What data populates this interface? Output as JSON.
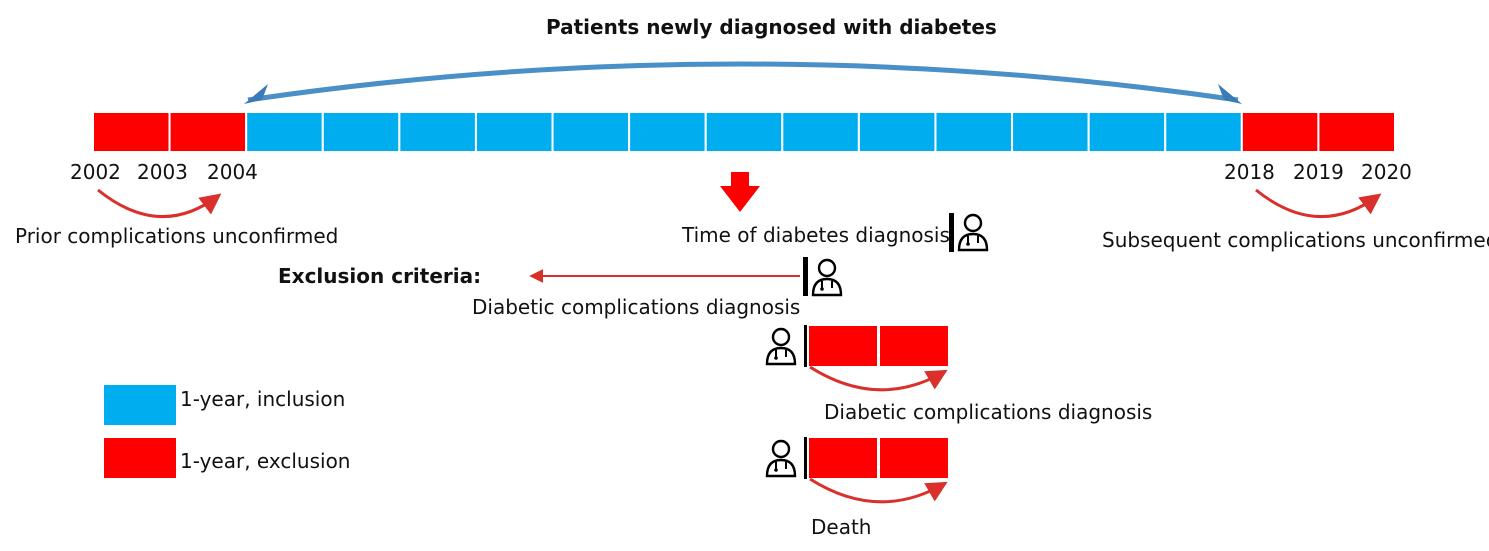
{
  "title": "Patients newly diagnosed with diabetes",
  "timeline": {
    "years": [
      "2002",
      "2003",
      "2004",
      "2018",
      "2019",
      "2020"
    ],
    "segments": [
      "exclusion",
      "exclusion",
      "inclusion",
      "inclusion",
      "inclusion",
      "inclusion",
      "inclusion",
      "inclusion",
      "inclusion",
      "inclusion",
      "inclusion",
      "inclusion",
      "inclusion",
      "inclusion",
      "inclusion",
      "exclusion",
      "exclusion"
    ]
  },
  "labels": {
    "prior": "Prior complications unconfirmed",
    "subsequent": "Subsequent complications unconfirmed",
    "time_of_diagnosis": "Time of diabetes diagnosis",
    "exclusion_criteria": "Exclusion criteria:",
    "complications_diagnosis_1": "Diabetic complications diagnosis",
    "complications_diagnosis_2": "Diabetic complications diagnosis",
    "death": "Death"
  },
  "legend": [
    {
      "label": "1-year, inclusion",
      "color": "#00AEEF"
    },
    {
      "label": "1-year, exclusion",
      "color": "#FF0000"
    }
  ],
  "colors": {
    "inclusion": "#00AEEF",
    "exclusion": "#FF0000",
    "arc_blue": "#4A90C8",
    "arrow_red": "#D9302B"
  },
  "icons": [
    "doctor-icon"
  ]
}
